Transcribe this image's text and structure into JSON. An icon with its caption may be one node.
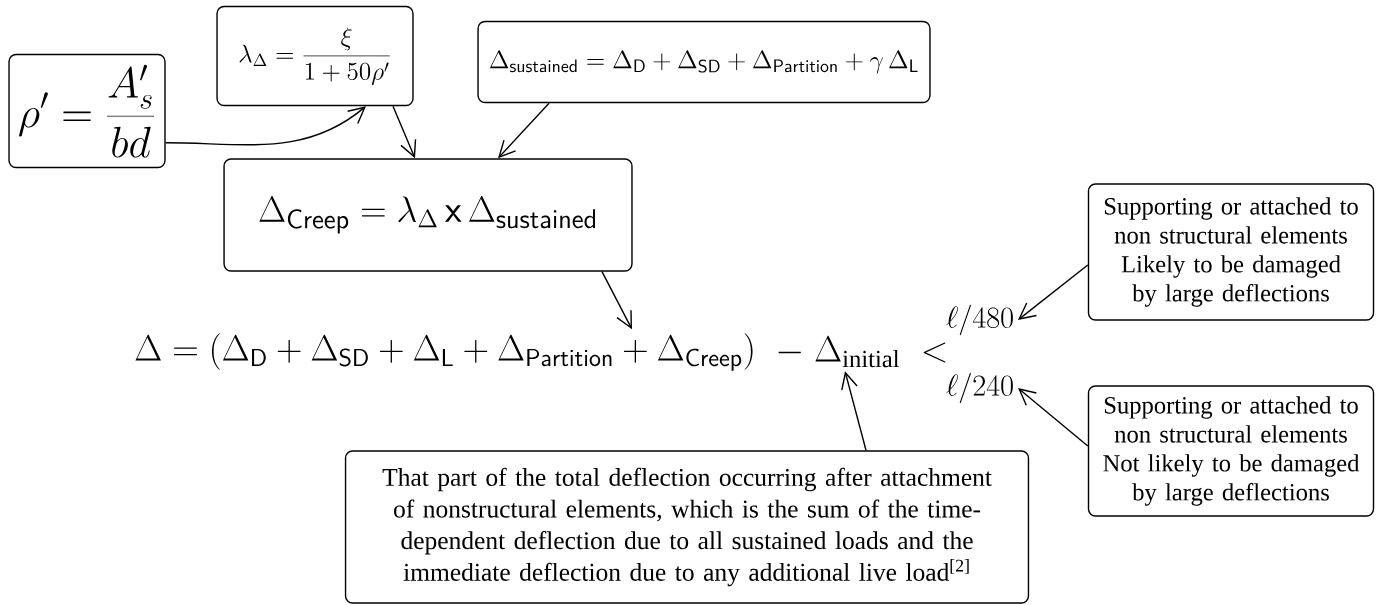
{
  "diagram": {
    "nodes": [
      {
        "text": [
          "\\rho' = \\frac{A_s'}{bd}"
        ]
      },
      {
        "text": [
          "\\lambda_{\\Delta} = \\frac{\\xi}{1+50\\rho'}"
        ]
      },
      {
        "text": [
          "\\Delta_{\\mathsf{sustained}} = \\Delta_{\\mathsf{D}} + \\Delta_{\\mathsf{SD}} + \\Delta_{\\mathsf{Partition}} + \\gamma\\,\\Delta_{\\mathsf{L}}"
        ]
      },
      {
        "text": [
          "\\Delta_{\\mathsf{Creep}} = \\lambda_{\\Delta}\\,\\mathsf{x}\\,\\Delta_{\\mathsf{sustained}}"
        ]
      },
      {
        "text": [
          "\\Delta = \\left(\\Delta_{\\mathsf{D}} + \\Delta_{\\mathsf{SD}} + \\Delta_{\\mathsf{L}} + \\Delta_{\\mathsf{Partition}} + \\Delta_{\\mathsf{Creep}}\\right)"
        ]
      },
      {
        "text": [
          "- \\; \\Delta_{\\mathrm{initial}} \\; <"
        ]
      },
      {
        "text": [
          "\\ell/480"
        ]
      },
      {
        "text": [
          "\\ell/240"
        ]
      },
      {
        "text": [
          "Supporting or attached to non structural elements Likely to be damaged by large deflections"
        ]
      },
      {
        "text": [
          "Supporting or attached to non structural elements Not likely to be damaged by large deflections"
        ]
      },
      {
        "text": [
          "That part of the total deflection occurring after attachment of nonstructural elements, which is the sum of the time-dependent deflection due to all sustained loads and the immediate deflection due to any additional live load$^{[2]}$"
        ]
      }
    ],
    "edges": [
      {
        "from": 0,
        "to": 1,
        "arrow": "to"
      },
      {
        "from": 1,
        "to": 3,
        "arrow": "to"
      },
      {
        "from": 2,
        "to": 3,
        "arrow": "to"
      },
      {
        "from": 3,
        "to": 4,
        "arrow": "to"
      },
      {
        "from": 10,
        "to": 5,
        "arrow": "to"
      },
      {
        "from": 8,
        "to": 6,
        "arrow": "to"
      },
      {
        "from": 9,
        "to": 7,
        "arrow": "to"
      }
    ]
  }
}
